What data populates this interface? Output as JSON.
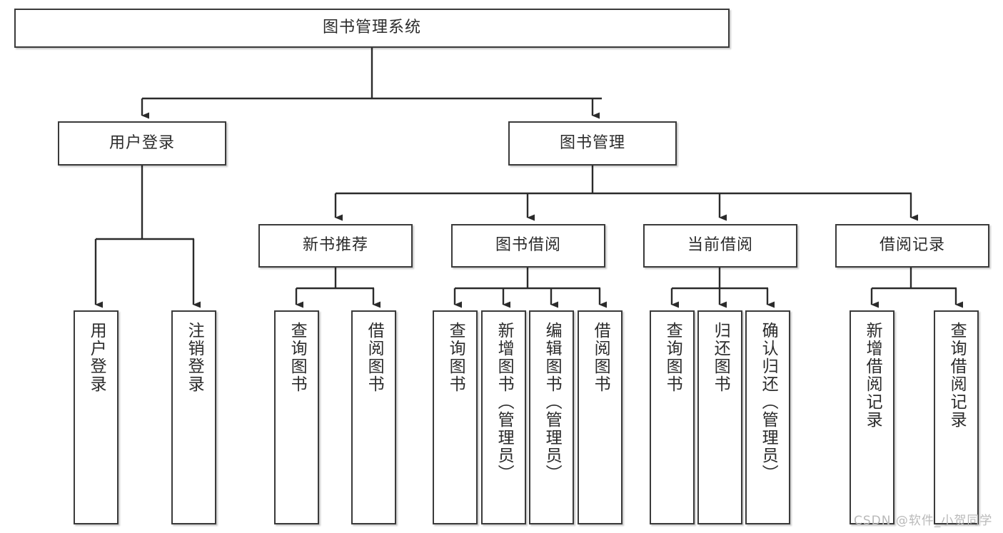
{
  "diagram": {
    "title": "图书管理系统",
    "type": "tree",
    "watermark": "CSDN @软件_小贺同学",
    "colors": {
      "box_border": "#3a3a3a",
      "box_fill": "#ffffff",
      "edge": "#2b2b2b",
      "text": "#2b2b2b",
      "watermark": "#b9b9b9",
      "background": "#ffffff"
    },
    "root": {
      "label": "图书管理系统"
    },
    "level2": [
      {
        "id": "user-login",
        "label": "用户登录"
      },
      {
        "id": "book-manage",
        "label": "图书管理"
      }
    ],
    "level3": [
      {
        "id": "new-book-recommend",
        "label": "新书推荐",
        "parent": "book-manage"
      },
      {
        "id": "book-borrow",
        "label": "图书借阅",
        "parent": "book-manage"
      },
      {
        "id": "current-borrow",
        "label": "当前借阅",
        "parent": "book-manage"
      },
      {
        "id": "borrow-record",
        "label": "借阅记录",
        "parent": "book-manage"
      }
    ],
    "leaves": [
      {
        "id": "leaf-user-login",
        "label": "用户登录",
        "parent": "user-login"
      },
      {
        "id": "leaf-logout-login",
        "label": "注销登录",
        "parent": "user-login"
      },
      {
        "id": "leaf-query-book-1",
        "label": "查询图书",
        "parent": "new-book-recommend"
      },
      {
        "id": "leaf-borrow-book-1",
        "label": "借阅图书",
        "parent": "new-book-recommend"
      },
      {
        "id": "leaf-query-book-2",
        "label": "查询图书",
        "parent": "book-borrow"
      },
      {
        "id": "leaf-add-book",
        "label": "新增图书（管理员）",
        "parent": "book-borrow"
      },
      {
        "id": "leaf-edit-book",
        "label": "编辑图书（管理员）",
        "parent": "book-borrow"
      },
      {
        "id": "leaf-borrow-book-2",
        "label": "借阅图书",
        "parent": "book-borrow"
      },
      {
        "id": "leaf-query-book-3",
        "label": "查询图书",
        "parent": "current-borrow"
      },
      {
        "id": "leaf-return-book",
        "label": "归还图书",
        "parent": "current-borrow"
      },
      {
        "id": "leaf-confirm-return",
        "label": "确认归还（管理员）",
        "parent": "current-borrow"
      },
      {
        "id": "leaf-add-record",
        "label": "新增借阅记录",
        "parent": "borrow-record"
      },
      {
        "id": "leaf-query-record",
        "label": "查询借阅记录",
        "parent": "borrow-record"
      }
    ]
  }
}
